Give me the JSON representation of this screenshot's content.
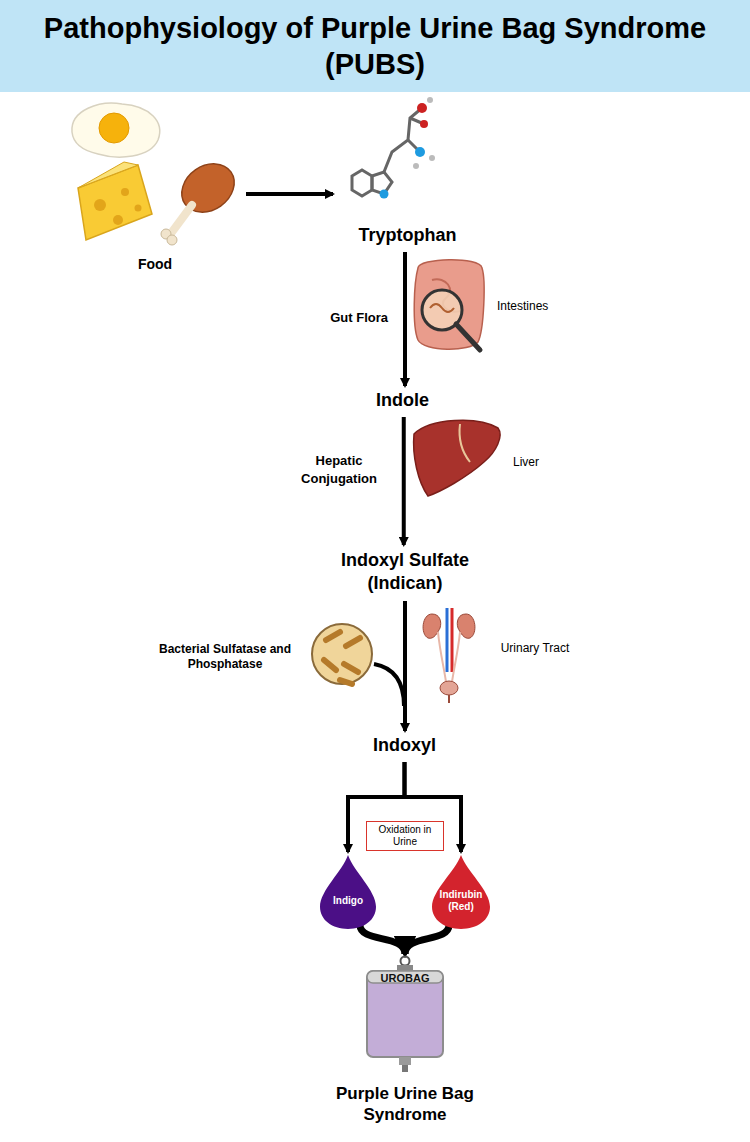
{
  "diagram": {
    "title": "Pathophysiology of Purple Urine Bag Syndrome (PUBS)",
    "nodes": [
      {
        "text": [
          "Food"
        ]
      },
      {
        "text": [
          "Tryptophan"
        ]
      },
      {
        "text": [
          "Indole"
        ]
      },
      {
        "text": [
          "Indoxyl Sulfate (Indican)"
        ]
      },
      {
        "text": [
          "Indoxyl"
        ]
      },
      {
        "text": [
          "Oxidation in Urine"
        ]
      },
      {
        "text": [
          "Indigo"
        ]
      },
      {
        "text": [
          "Indirubin (Red)"
        ]
      },
      {
        "text": [
          "UROBAG",
          "Purple Urine Bag Syndrome"
        ]
      }
    ],
    "edges": [
      {
        "from": 0,
        "to": 1,
        "arrow": "to"
      },
      {
        "from": 1,
        "to": 2,
        "label": "Gut Flora",
        "arrow": "to"
      },
      {
        "from": 2,
        "to": 3,
        "label": "Hepatic Conjugation",
        "arrow": "to"
      },
      {
        "from": 3,
        "to": 4,
        "label": "Bacterial Sulfatase and Phosphatase",
        "arrow": "to"
      },
      {
        "from": 4,
        "to": 6,
        "arrow": "to"
      },
      {
        "from": 4,
        "to": 7,
        "arrow": "to"
      },
      {
        "from": 6,
        "to": 8,
        "arrow": "to"
      },
      {
        "from": 7,
        "to": 8,
        "arrow": "to"
      }
    ],
    "labels": [
      "Intestines",
      "Liver",
      "Urinary Tract"
    ]
  }
}
